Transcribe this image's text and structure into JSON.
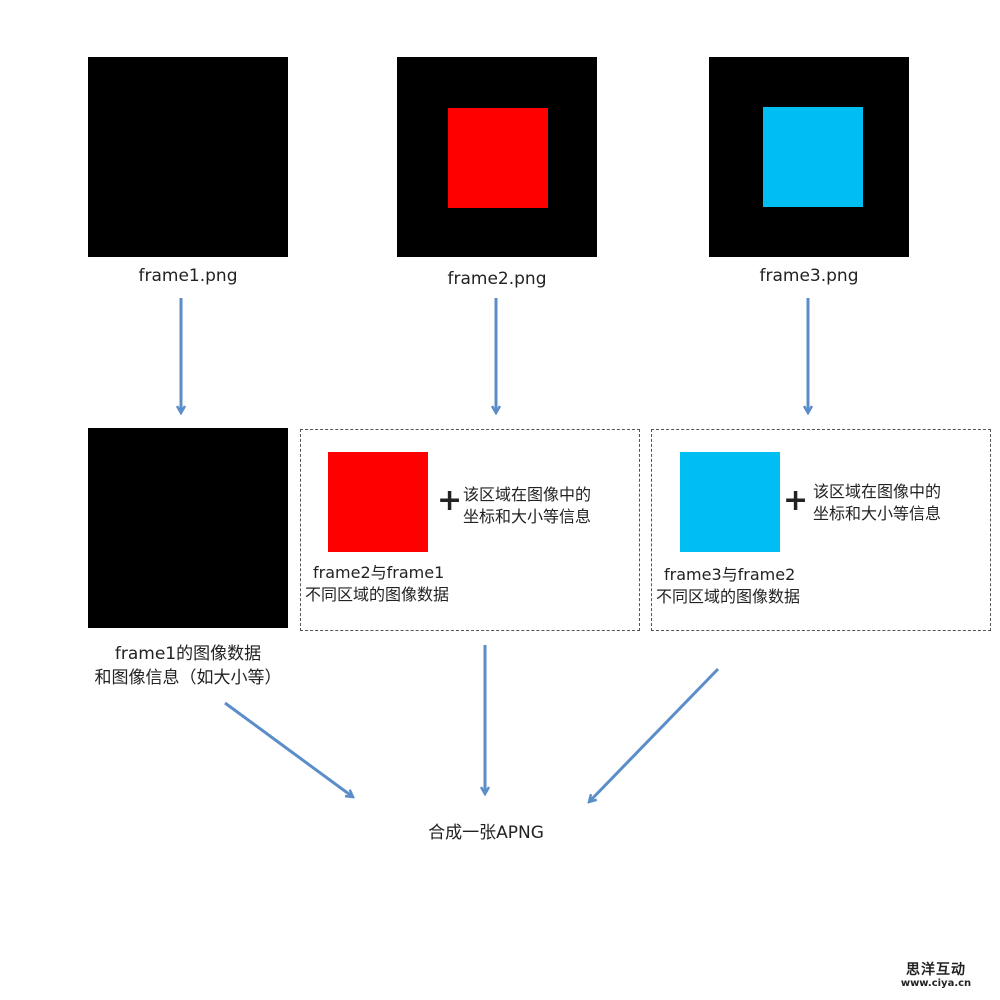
{
  "top_frames": [
    {
      "label": "frame1.png",
      "bg": "#000000",
      "inner": null
    },
    {
      "label": "frame2.png",
      "bg": "#000000",
      "inner": "#ff0000"
    },
    {
      "label": "frame3.png",
      "bg": "#000000",
      "inner": "#00bef2"
    }
  ],
  "frame1_block": {
    "line1": "frame1的图像数据",
    "line2": "和图像信息（如大小等）"
  },
  "frame2_block": {
    "square_color": "#ff0000",
    "plus": "+",
    "info_line1": "该区域在图像中的",
    "info_line2": "坐标和大小等信息",
    "caption_line1": "frame2与frame1",
    "caption_line2": "不同区域的图像数据"
  },
  "frame3_block": {
    "square_color": "#00bef2",
    "plus": "+",
    "info_line1": "该区域在图像中的",
    "info_line2": "坐标和大小等信息",
    "caption_line1": "frame3与frame2",
    "caption_line2": "不同区域的图像数据"
  },
  "result": {
    "label": "合成一张APNG"
  },
  "arrow_color": "#5b8ec9",
  "watermark": {
    "line1": "思洋互动",
    "line2": "www.ciya.cn"
  }
}
